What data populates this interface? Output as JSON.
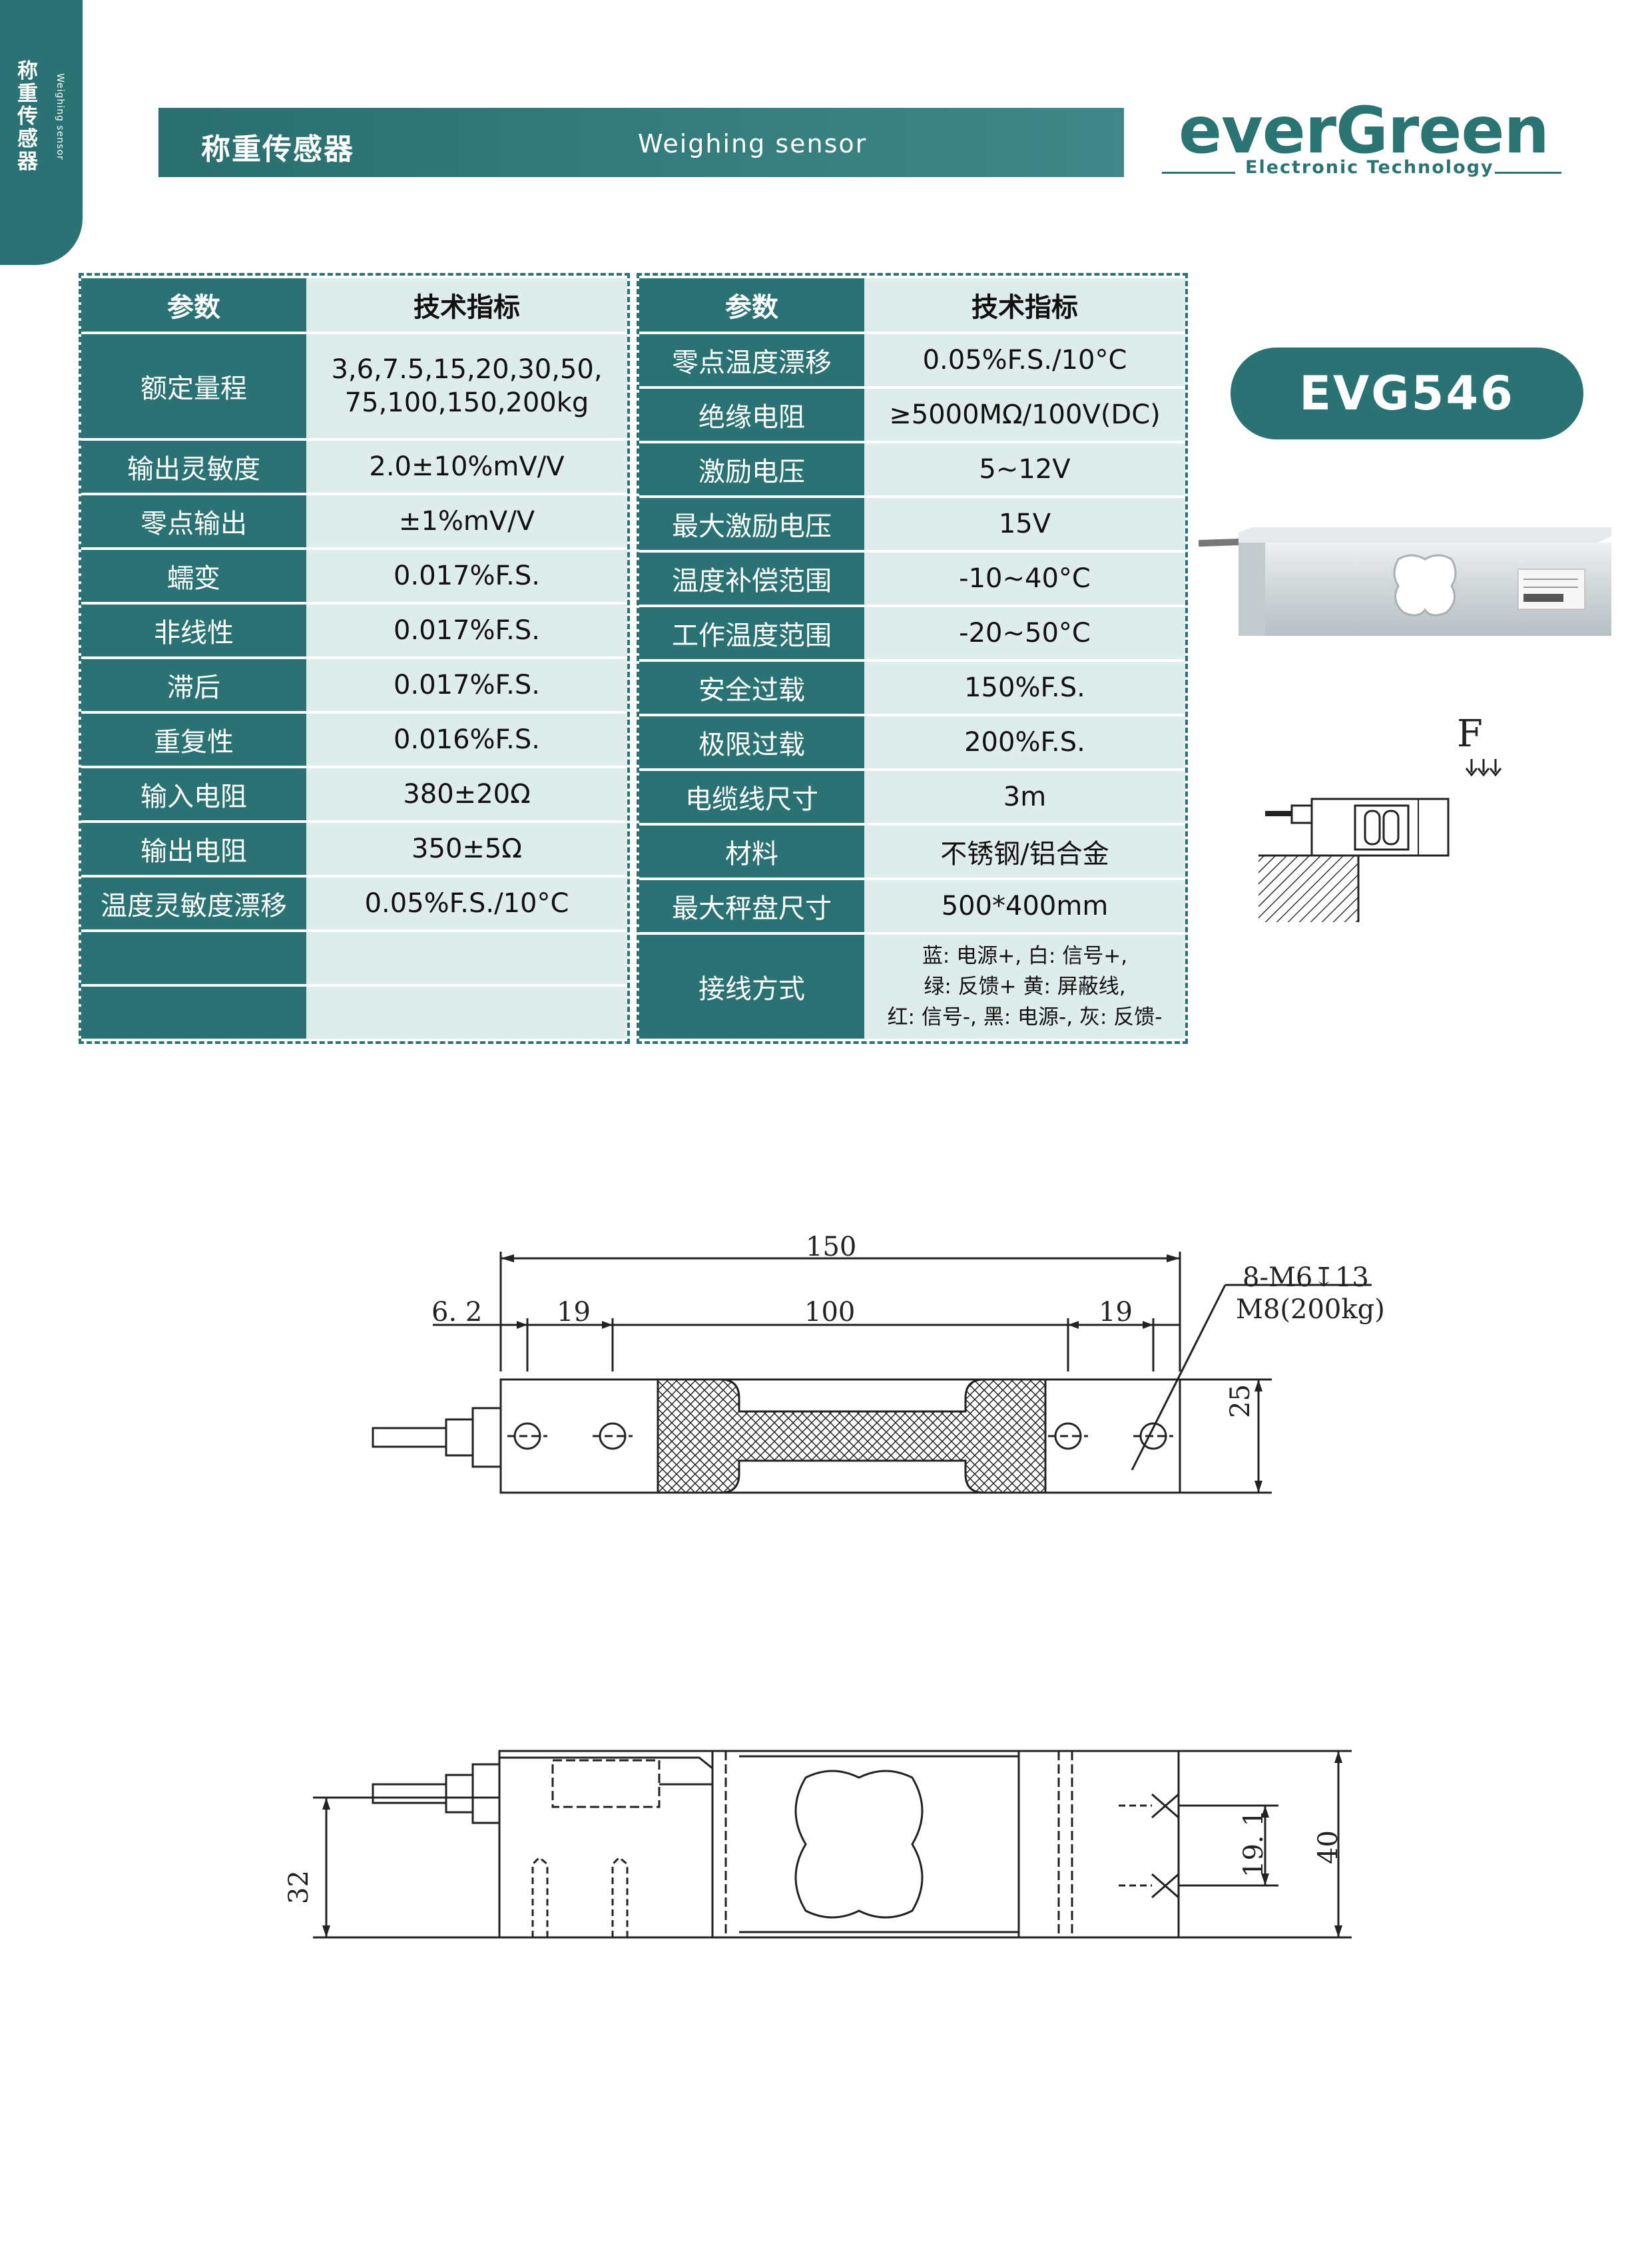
{
  "side_tab": {
    "cn": "称重传感器",
    "en": "Weighing sensor"
  },
  "banner": {
    "title_cn": "称重传感器",
    "title_en": "Weighing sensor"
  },
  "logo": {
    "brand": "everGreen",
    "tagline": "Electronic Technology"
  },
  "model": "EVG546",
  "left_table": {
    "header": [
      "参数",
      "技术指标"
    ],
    "rows": [
      {
        "param": "额定量程",
        "value": "3,6,7.5,15,20,30,50,\n75,100,150,200kg"
      },
      {
        "param": "输出灵敏度",
        "value": "2.0±10%mV/V"
      },
      {
        "param": "零点输出",
        "value": "±1%mV/V"
      },
      {
        "param": "蠕变",
        "value": "0.017%F.S."
      },
      {
        "param": "非线性",
        "value": "0.017%F.S."
      },
      {
        "param": "滞后",
        "value": "0.017%F.S."
      },
      {
        "param": "重复性",
        "value": "0.016%F.S."
      },
      {
        "param": "输入电阻",
        "value": "380±20Ω"
      },
      {
        "param": "输出电阻",
        "value": "350±5Ω"
      },
      {
        "param": "温度灵敏度漂移",
        "value": "0.05%F.S./10°C"
      },
      {
        "param": "",
        "value": ""
      },
      {
        "param": "",
        "value": ""
      }
    ]
  },
  "right_table": {
    "header": [
      "参数",
      "技术指标"
    ],
    "rows": [
      {
        "param": "零点温度漂移",
        "value": "0.05%F.S./10°C"
      },
      {
        "param": "绝缘电阻",
        "value": "≥5000MΩ/100V(DC)"
      },
      {
        "param": "激励电压",
        "value": "5~12V"
      },
      {
        "param": "最大激励电压",
        "value": "15V"
      },
      {
        "param": "温度补偿范围",
        "value": "-10~40°C"
      },
      {
        "param": "工作温度范围",
        "value": "-20~50°C"
      },
      {
        "param": "安全过载",
        "value": "150%F.S."
      },
      {
        "param": "极限过载",
        "value": "200%F.S."
      },
      {
        "param": "电缆线尺寸",
        "value": "3m"
      },
      {
        "param": "材料",
        "value": "不锈钢/铝合金"
      },
      {
        "param": "最大秤盘尺寸",
        "value": "500*400mm"
      },
      {
        "param": "接线方式",
        "value": "蓝: 电源+, 白: 信号+,\n绿:  反馈+ 黄: 屏蔽线,\n红: 信号-, 黑: 电源-, 灰:  反馈-"
      }
    ]
  },
  "force_label": "F",
  "top_view_dims": {
    "overall": "150",
    "edge": "6. 2",
    "left_pitch": "19",
    "center": "100",
    "right_pitch": "19",
    "hole_spec_1": "8-M6↧13",
    "hole_spec_2": "M8(200kg)",
    "width": "25"
  },
  "side_view_dims": {
    "left_height": "32",
    "hole_spacing": "19. 1",
    "height": "40"
  }
}
